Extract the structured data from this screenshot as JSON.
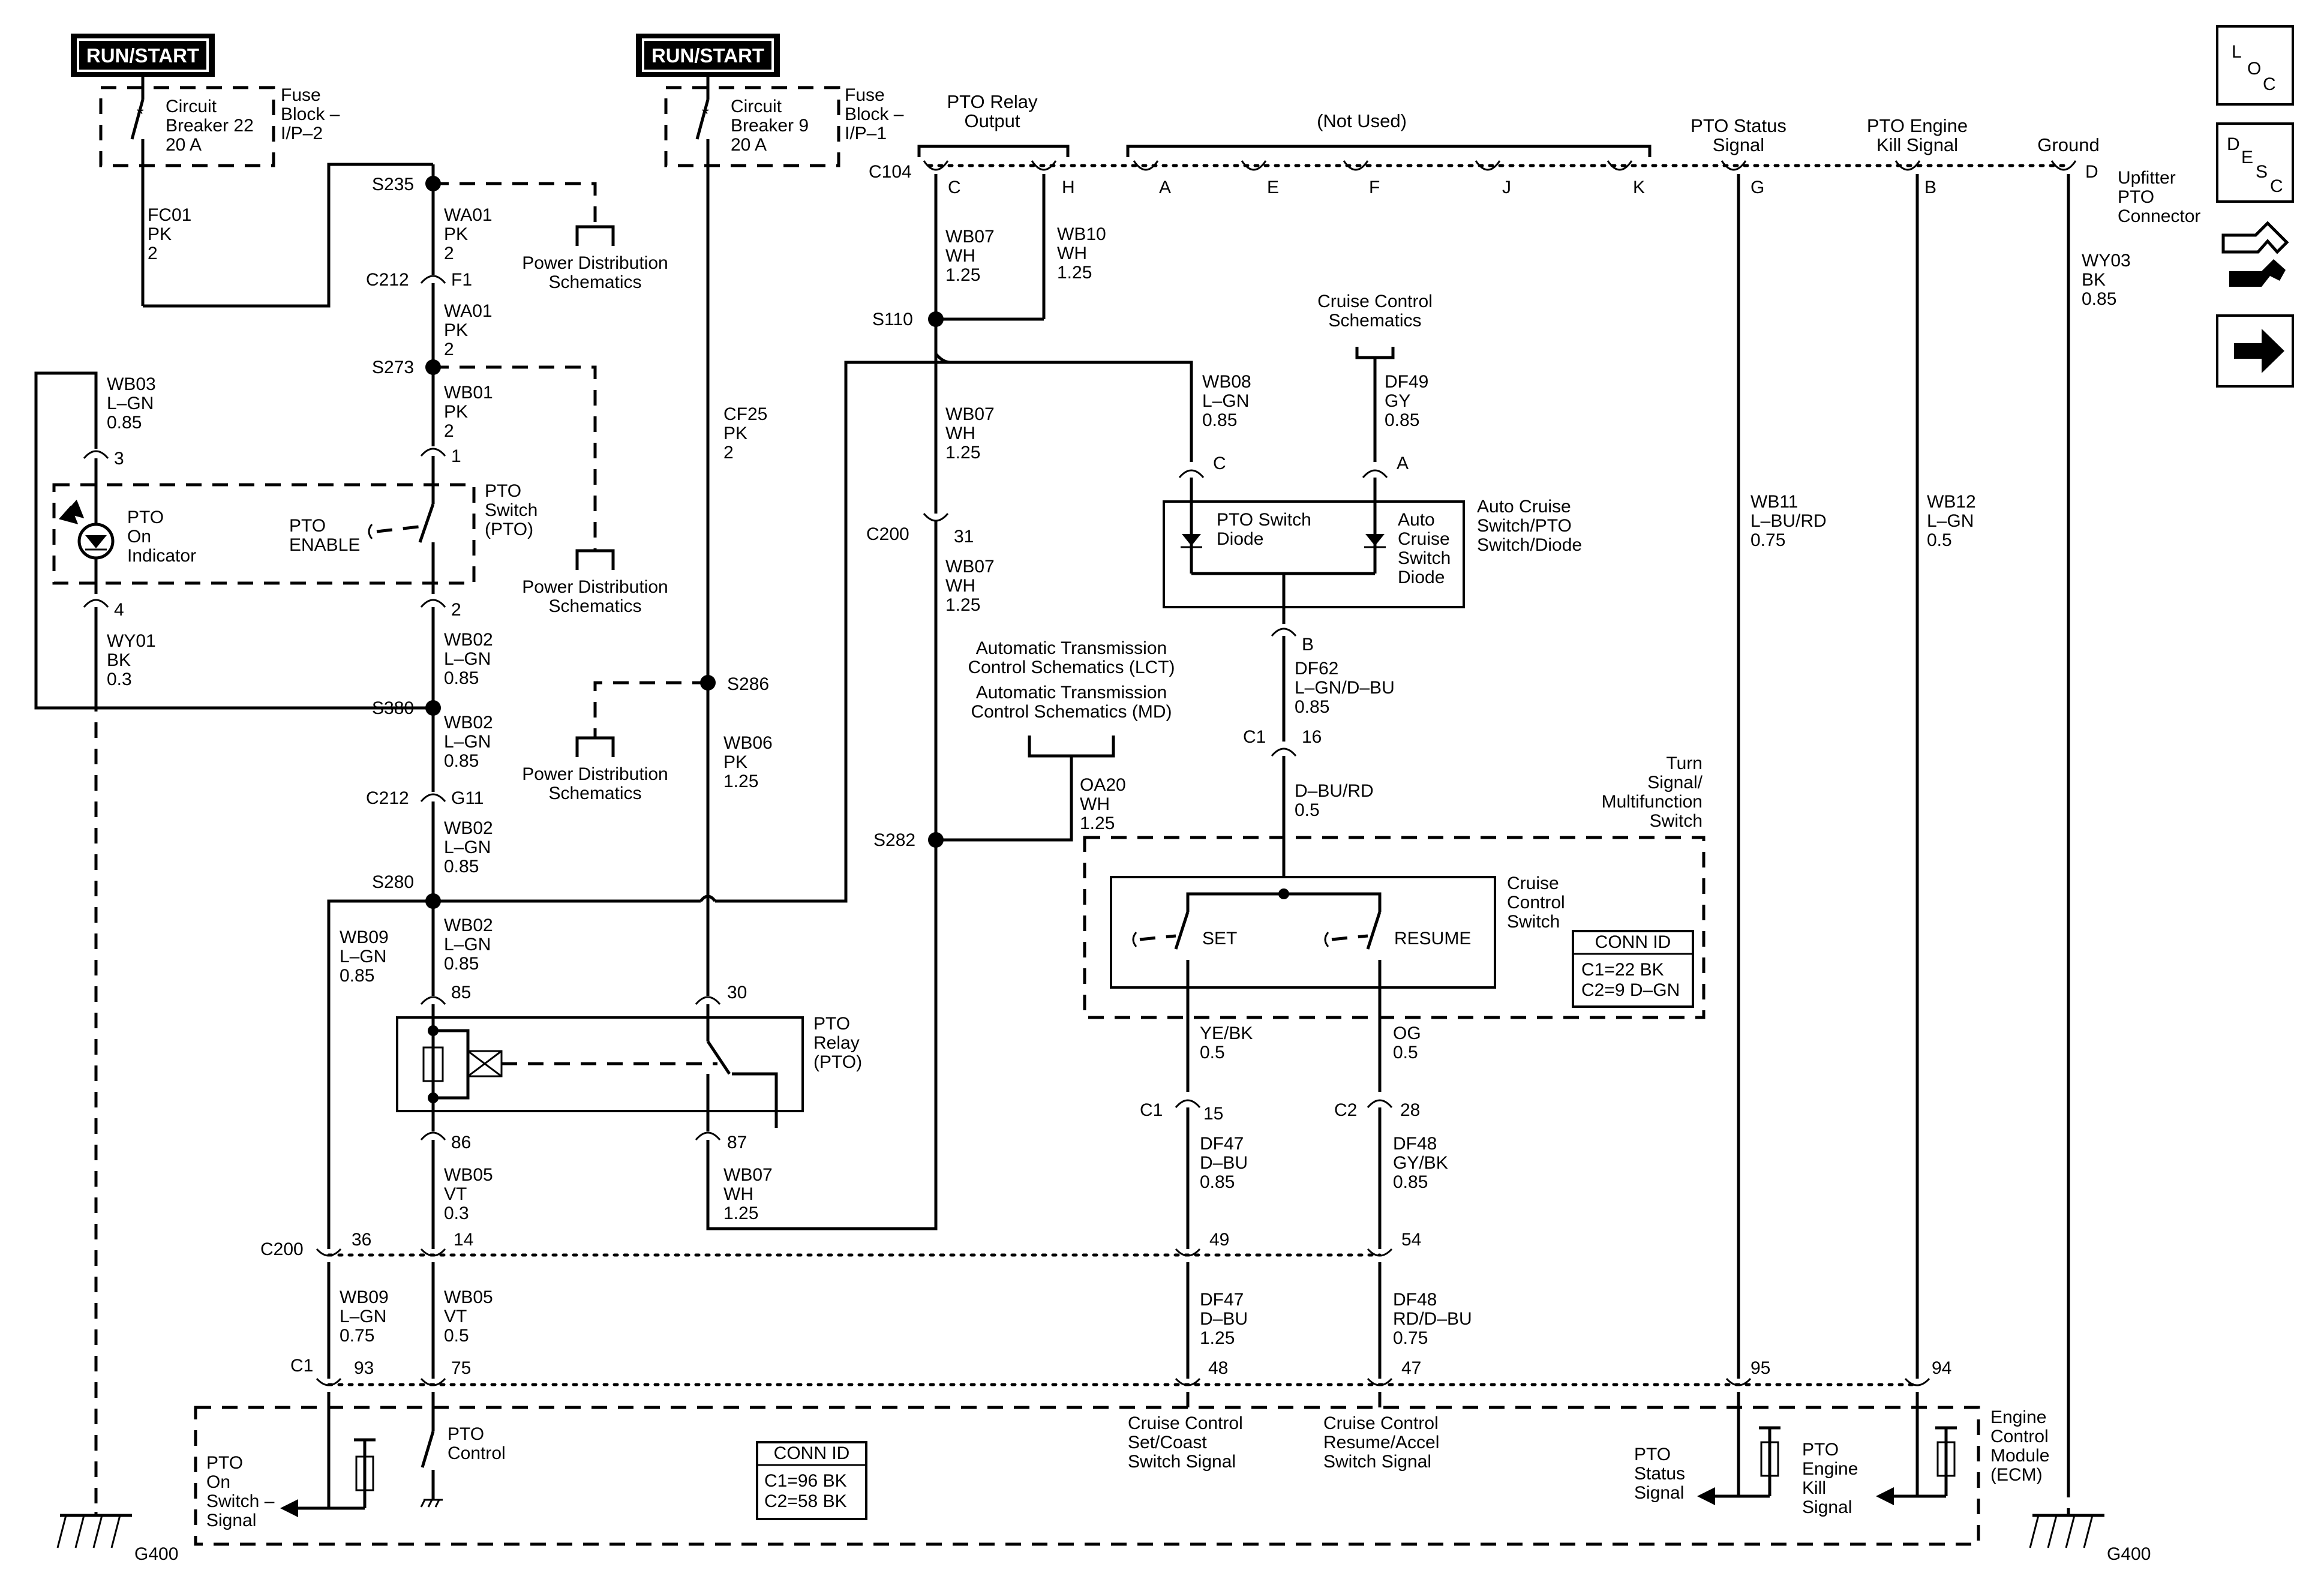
{
  "power": {
    "left": "RUN/START",
    "right": "RUN/START"
  },
  "fuses": [
    {
      "title": "Circuit",
      "title2": "Breaker 22",
      "rating": "20 A",
      "block": "Fuse",
      "block2": "Block –",
      "block3": "I/P–2"
    },
    {
      "title": "Circuit",
      "title2": "Breaker 9",
      "rating": "20 A",
      "block": "Fuse",
      "block2": "Block –",
      "block3": "I/P–1"
    }
  ],
  "splices": [
    "S235",
    "S273",
    "S380",
    "S280",
    "S286",
    "S110",
    "S282"
  ],
  "connector_ids": {
    "c212": "C212",
    "c104": "C104",
    "c200": "C200",
    "c1": "C1",
    "c2": "C2"
  },
  "wires": {
    "fc01": [
      "FC01",
      "PK",
      "2"
    ],
    "wa01a": [
      "WA01",
      "PK",
      "2"
    ],
    "wa01b": [
      "WA01",
      "PK",
      "2"
    ],
    "wb01": [
      "WB01",
      "PK",
      "2"
    ],
    "wb03": [
      "WB03",
      "L–GN",
      "0.85"
    ],
    "wy01": [
      "WY01",
      "BK",
      "0.3"
    ],
    "wb02a": [
      "WB02",
      "L–GN",
      "0.85"
    ],
    "wb02b": [
      "WB02",
      "L–GN",
      "0.85"
    ],
    "wb02c": [
      "WB02",
      "L–GN",
      "0.85"
    ],
    "wb02d": [
      "WB02",
      "L–GN",
      "0.85"
    ],
    "wb09a": [
      "WB09",
      "L–GN",
      "0.85"
    ],
    "wb09b": [
      "WB09",
      "L–GN",
      "0.75"
    ],
    "wb05a": [
      "WB05",
      "VT",
      "0.3"
    ],
    "wb05b": [
      "WB05",
      "VT",
      "0.5"
    ],
    "cf25": [
      "CF25",
      "PK",
      "2"
    ],
    "wb06": [
      "WB06",
      "PK",
      "1.25"
    ],
    "wb07a": [
      "WB07",
      "WH",
      "1.25"
    ],
    "wb10": [
      "WB10",
      "WH",
      "1.25"
    ],
    "wb07b": [
      "WB07",
      "WH",
      "1.25"
    ],
    "wb07c": [
      "WB07",
      "WH",
      "1.25"
    ],
    "wb07d": [
      "WB07",
      "WH",
      "1.25"
    ],
    "oa20": [
      "OA20",
      "WH",
      "1.25"
    ],
    "wb08": [
      "WB08",
      "L–GN",
      "0.85"
    ],
    "df49": [
      "DF49",
      "GY",
      "0.85"
    ],
    "df62": [
      "DF62",
      "L–GN/D–BU",
      "0.85"
    ],
    "dburd": [
      "D–BU/RD",
      "0.5"
    ],
    "yebk": [
      "YE/BK",
      "0.5"
    ],
    "og": [
      "OG",
      "0.5"
    ],
    "df47a": [
      "DF47",
      "D–BU",
      "0.85"
    ],
    "df48a": [
      "DF48",
      "GY/BK",
      "0.85"
    ],
    "df47b": [
      "DF47",
      "D–BU",
      "1.25"
    ],
    "df48b": [
      "DF48",
      "RD/D–BU",
      "0.75"
    ],
    "wb11": [
      "WB11",
      "L–BU/RD",
      "0.75"
    ],
    "wb12": [
      "WB12",
      "L–GN",
      "0.5"
    ],
    "wy03": [
      "WY03",
      "BK",
      "0.85"
    ]
  },
  "pins": {
    "f1": "F1",
    "p1": "1",
    "p2": "2",
    "p3": "3",
    "p4": "4",
    "g11": "G11",
    "p85": "85",
    "p86": "86",
    "p30": "30",
    "p87": "87",
    "c": "C",
    "h": "H",
    "a": "A",
    "e": "E",
    "f": "F",
    "j": "J",
    "k": "K",
    "g": "G",
    "b": "B",
    "d": "D",
    "p31": "31",
    "sc": "C",
    "sa": "A",
    "sb": "B",
    "p16": "16",
    "p15": "15",
    "p28": "28",
    "p36": "36",
    "p14": "14",
    "p49": "49",
    "p54": "54",
    "p93": "93",
    "p75": "75",
    "p48": "48",
    "p47": "47",
    "p95": "95",
    "p94": "94"
  },
  "top_labels": {
    "pto_relay_output": [
      "PTO Relay",
      "Output"
    ],
    "not_used": "(Not Used)",
    "pto_status_signal": [
      "PTO Status",
      "Signal"
    ],
    "pto_engine_kill": [
      "PTO Engine",
      "Kill Signal"
    ],
    "ground": "Ground",
    "upfitter": [
      "Upfitter",
      "PTO",
      "Connector"
    ]
  },
  "references": {
    "power_dist": [
      "Power Distribution",
      "Schematics"
    ],
    "cruise_control": [
      "Cruise Control",
      "Schematics"
    ],
    "trans_lct": [
      "Automatic Transmission",
      "Control Schematics (LCT)"
    ],
    "trans_md": [
      "Automatic Transmission",
      "Control Schematics (MD)"
    ]
  },
  "components": {
    "pto_switch": [
      "PTO",
      "Switch",
      "(PTO)"
    ],
    "pto_on_indicator": [
      "PTO",
      "On",
      "Indicator"
    ],
    "pto_enable": [
      "PTO",
      "ENABLE"
    ],
    "auto_cruise": [
      "Auto Cruise",
      "Switch/PTO",
      "Switch/Diode"
    ],
    "pto_switch_diode": [
      "PTO Switch",
      "Diode"
    ],
    "auto_cruise_diode": [
      "Auto",
      "Cruise",
      "Switch",
      "Diode"
    ],
    "turn_signal": [
      "Turn",
      "Signal/",
      "Multifunction",
      "Switch"
    ],
    "cruise_switch": [
      "Cruise",
      "Control",
      "Switch"
    ],
    "set": "SET",
    "resume": "RESUME",
    "pto_relay": [
      "PTO",
      "Relay",
      "(PTO)"
    ],
    "ecm": [
      "Engine",
      "Control",
      "Module",
      "(ECM)"
    ]
  },
  "conn_id_switch": {
    "title": "CONN ID",
    "lines": [
      "C1=22 BK",
      "C2=9 D–GN"
    ]
  },
  "conn_id_ecm": {
    "title": "CONN ID",
    "lines": [
      "C1=96 BK",
      "C2=58 BK"
    ]
  },
  "ecm_labels": {
    "pto_on_switch": [
      "PTO",
      "On",
      "Switch –",
      "Signal"
    ],
    "pto_control": [
      "PTO",
      "Control"
    ],
    "set_coast": [
      "Cruise Control",
      "Set/Coast",
      "Switch Signal"
    ],
    "resume_accel": [
      "Cruise Control",
      "Resume/Accel",
      "Switch Signal"
    ],
    "pto_status": [
      "PTO",
      "Status",
      "Signal"
    ],
    "pto_engine_kill": [
      "PTO",
      "Engine",
      "Kill",
      "Signal"
    ]
  },
  "grounds": [
    "G400",
    "G400"
  ],
  "nav": {
    "loc": [
      "L",
      "O",
      "C"
    ],
    "desc": [
      "D",
      "E",
      "S",
      "C"
    ]
  }
}
